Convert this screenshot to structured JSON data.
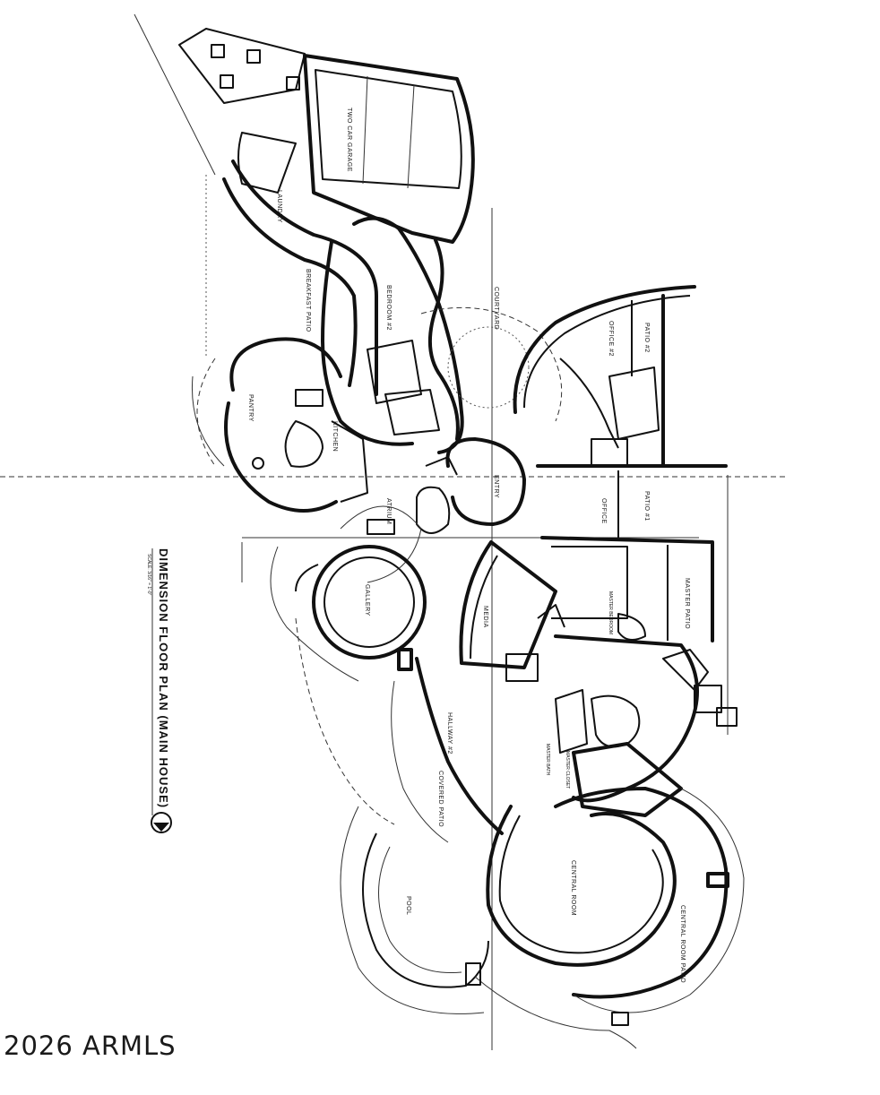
{
  "plan": {
    "title": "DIMENSION FLOOR PLAN (MAIN HOUSE)",
    "scale": "SCALE: 3/16\" = 1'-0\"",
    "rooms": {
      "garage": "TWO CAR GARAGE",
      "laundry": "LAUNDRY",
      "breakfast": "BREAKFAST PATIO",
      "bedroom": "BEDROOM #2",
      "courtyard": "COURTYARD",
      "pantry": "PANTRY",
      "kitchen": "KITCHEN",
      "office2": "OFFICE #2",
      "patio2": "PATIO #2",
      "office1": "OFFICE",
      "patio1": "PATIO #1",
      "entry": "ENTRY",
      "atrium": "ATRIUM",
      "gallery": "GALLERY",
      "master_patio": "MASTER PATIO",
      "master_bedroom": "MASTER BEDROOM",
      "media": "MEDIA",
      "hallway": "HALLWAY #2",
      "covered_patio": "COVERED PATIO",
      "master_bath": "MASTER BATH",
      "master_closet": "MASTER CLOSET",
      "central_room": "CENTRAL ROOM",
      "central_room_patio": "CENTRAL ROOM PATIO",
      "pool": "POOL"
    }
  },
  "watermark": "2026 ARMLS"
}
